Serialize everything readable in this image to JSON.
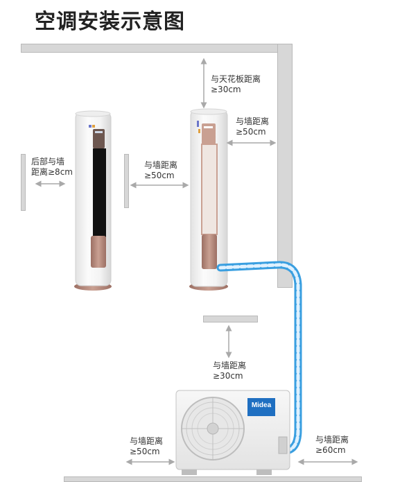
{
  "title": "空调安装示意图",
  "labels": {
    "ceiling": [
      "与天花板距离",
      "≥30cm"
    ],
    "side_wall": [
      "与墙距离",
      "≥50cm"
    ],
    "rear_wall": [
      "后部与墙",
      "距离≥8cm"
    ],
    "between": [
      "与墙距离",
      "≥50cm"
    ],
    "outdoor_top": [
      "与墙距离",
      "≥30cm"
    ],
    "outdoor_left": [
      "与墙距离",
      "≥50cm"
    ],
    "outdoor_right": [
      "与墙距离",
      "≥60cm"
    ]
  },
  "brand": "Midea",
  "colors": {
    "wall": "#d7d7d7",
    "pipe": "#3a9fe0",
    "unit_body": "#f4f4f4",
    "rose_gold": "#b88b7d",
    "brand_blue": "#1f6fc1"
  }
}
